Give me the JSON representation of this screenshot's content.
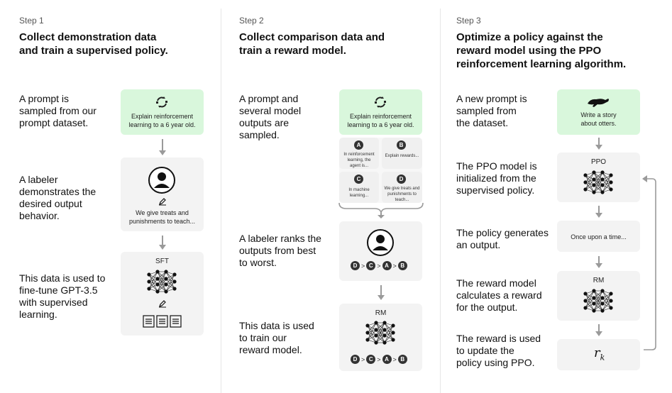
{
  "step1": {
    "label": "Step 1",
    "title_l1": "Collect demonstration data",
    "title_l2": "and train a supervised policy.",
    "desc1": [
      "A prompt is",
      "sampled from our",
      "prompt dataset."
    ],
    "desc2": [
      "A labeler",
      "demonstrates the",
      "desired output",
      "behavior."
    ],
    "desc3": [
      "This data is used to",
      "fine-tune GPT-3.5",
      "with supervised",
      "learning."
    ],
    "prompt_text": [
      "Explain reinforcement",
      "learning to a 6 year old."
    ],
    "demo_text": [
      "We give treats and",
      "punishments to teach..."
    ],
    "model_label": "SFT"
  },
  "step2": {
    "label": "Step 2",
    "title_l1": "Collect comparison data and",
    "title_l2": "train a reward model.",
    "desc1": [
      "A prompt and",
      "several model",
      "outputs are",
      "sampled."
    ],
    "desc2": [
      "A labeler ranks the",
      "outputs from best",
      "to worst."
    ],
    "desc3": [
      "This data is used",
      "to train our",
      "reward model."
    ],
    "prompt_text": [
      "Explain reinforcement",
      "learning to a 6 year old."
    ],
    "outputs": [
      {
        "letter": "A",
        "text": [
          "In reinforcement",
          "learning, the",
          "agent is..."
        ]
      },
      {
        "letter": "B",
        "text": [
          "Explain rewards..."
        ]
      },
      {
        "letter": "C",
        "text": [
          "In machine",
          "learning..."
        ]
      },
      {
        "letter": "D",
        "text": [
          "We give treats and",
          "punishments to",
          "teach..."
        ]
      }
    ],
    "ranking": [
      "D",
      "C",
      "A",
      "B"
    ],
    "gt": ">",
    "model_label": "RM"
  },
  "step3": {
    "label": "Step 3",
    "title_l1": "Optimize a policy against the",
    "title_l2": "reward model using the PPO",
    "title_l3": "reinforcement learning algorithm.",
    "desc1": [
      "A new prompt is",
      "sampled from",
      "the dataset."
    ],
    "desc2": [
      "The PPO model is",
      "initialized from the",
      "supervised policy."
    ],
    "desc3": [
      "The policy generates",
      "an output."
    ],
    "desc4": [
      "The reward model",
      "calculates a reward",
      "for the output."
    ],
    "desc5": [
      "The reward is used",
      "to update the",
      "policy using PPO."
    ],
    "prompt_text": [
      "Write a story",
      "about otters."
    ],
    "ppo_label": "PPO",
    "output_text": "Once upon a time...",
    "rm_label": "RM",
    "reward_symbol": "r",
    "reward_sub": "k"
  },
  "colors": {
    "green_card": "#d9f7dc",
    "gray_card": "#f3f3f3",
    "arrow": "#9a9a9a",
    "dark": "#222222"
  }
}
